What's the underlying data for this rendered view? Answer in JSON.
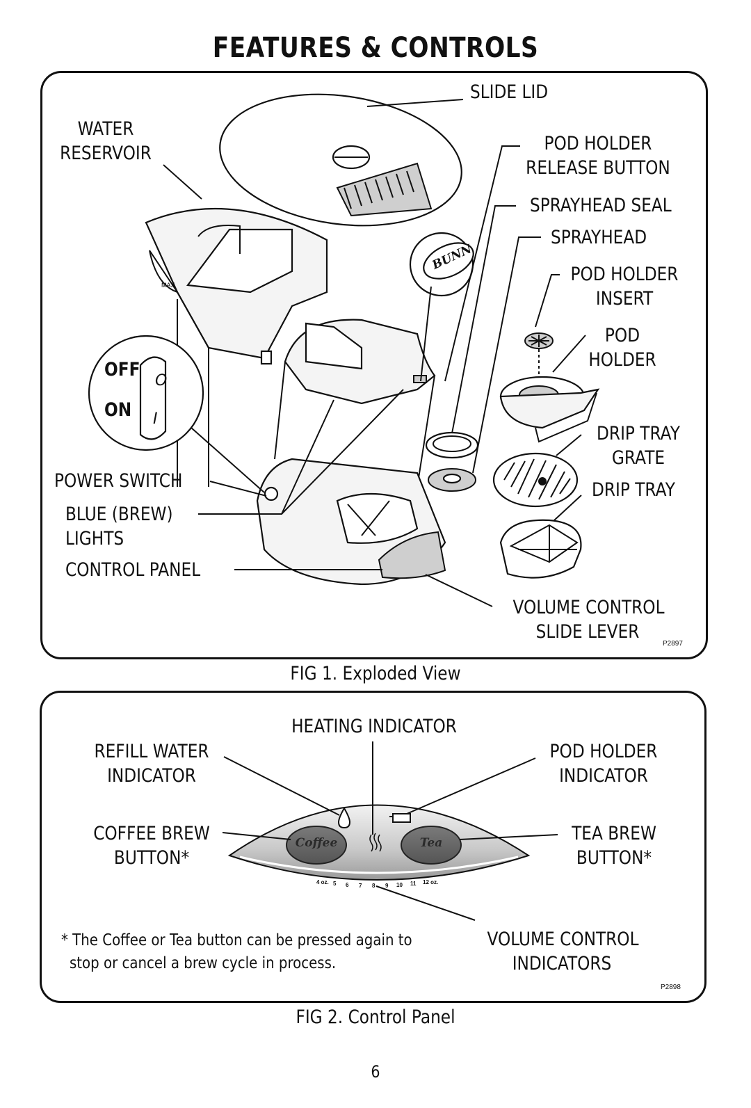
{
  "title": "FEATURES & CONTROLS",
  "fig1": {
    "caption": "FIG 1. Exploded View",
    "code": "P2897",
    "labels": {
      "water_reservoir_1": "WATER",
      "water_reservoir_2": "RESERVOIR",
      "slide_lid": "SLIDE LID",
      "pod_holder_release_1": "POD HOLDER",
      "pod_holder_release_2": "RELEASE BUTTON",
      "sprayhead_seal": "SPRAYHEAD SEAL",
      "sprayhead": "SPRAYHEAD",
      "pod_holder_insert_1": "POD HOLDER",
      "pod_holder_insert_2": "INSERT",
      "pod_holder_1": "POD",
      "pod_holder_2": "HOLDER",
      "drip_tray_grate_1": "DRIP TRAY",
      "drip_tray_grate_2": "GRATE",
      "drip_tray": "DRIP TRAY",
      "power_switch": "POWER SWITCH",
      "blue_brew_1": "BLUE (BREW)",
      "blue_brew_2": "LIGHTS",
      "control_panel": "CONTROL PANEL",
      "volume_lever_1": "VOLUME CONTROL",
      "volume_lever_2": "SLIDE LEVER"
    },
    "switch": {
      "off": "OFF",
      "on": "ON",
      "off_symbol": "O",
      "on_symbol": "I"
    },
    "lid_logo": "BUNN",
    "max_mark": "MAX"
  },
  "fig2": {
    "caption": "FIG 2. Control Panel",
    "code": "P2898",
    "labels": {
      "heating": "HEATING INDICATOR",
      "refill_1": "REFILL WATER",
      "refill_2": "INDICATOR",
      "pod_ind_1": "POD HOLDER",
      "pod_ind_2": "INDICATOR",
      "coffee_1": "COFFEE BREW",
      "coffee_2": "BUTTON*",
      "tea_1": "TEA BREW",
      "tea_2": "BUTTON*",
      "volume_1": "VOLUME CONTROL",
      "volume_2": "INDICATORS"
    },
    "buttons": {
      "coffee": "Coffee",
      "tea": "Tea"
    },
    "scale": [
      "4 oz.",
      "5",
      "6",
      "7",
      "8",
      "9",
      "10",
      "11",
      "12 oz."
    ],
    "note_1": "* The Coffee or Tea button can be pressed again to",
    "note_2": "stop or cancel a brew cycle in process."
  },
  "page_number": "6"
}
